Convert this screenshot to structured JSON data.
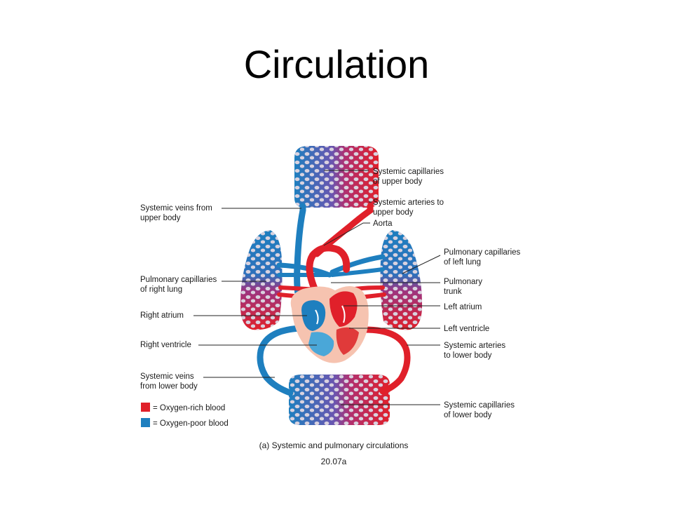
{
  "slide": {
    "title": "Circulation"
  },
  "diagram": {
    "labels_left": [
      {
        "line1": "Systemic veins from",
        "line2": "upper body"
      },
      {
        "line1": "Pulmonary capillaries",
        "line2": "of right lung"
      },
      {
        "line1": "Right atrium",
        "line2": ""
      },
      {
        "line1": "Right ventricle",
        "line2": ""
      },
      {
        "line1": "Systemic veins",
        "line2": "from lower body"
      }
    ],
    "labels_right": [
      {
        "line1": "Systemic capillaries",
        "line2": "of upper body"
      },
      {
        "line1": "Systemic arteries to",
        "line2": "upper body"
      },
      {
        "line1": "Aorta",
        "line2": ""
      },
      {
        "line1": "Pulmonary capillaries",
        "line2": "of left lung"
      },
      {
        "line1": "Pulmonary",
        "line2": "trunk"
      },
      {
        "line1": "Left atrium",
        "line2": ""
      },
      {
        "line1": "Left ventricle",
        "line2": ""
      },
      {
        "line1": "Systemic arteries",
        "line2": "to lower body"
      },
      {
        "line1": "Systemic capillaries",
        "line2": "of lower body"
      }
    ],
    "legend": [
      {
        "text": "= Oxygen-rich blood",
        "color": "#e0202a"
      },
      {
        "text": "= Oxygen-poor blood",
        "color": "#1e7fbf"
      }
    ],
    "caption": "(a) Systemic and pulmonary circulations",
    "figure_number": "20.07a",
    "colors": {
      "oxygen_rich": "#e0202a",
      "oxygen_poor": "#1e7fbf",
      "heart_tissue": "#f6c3b0",
      "capillary_cells": "#d9d2df"
    }
  }
}
